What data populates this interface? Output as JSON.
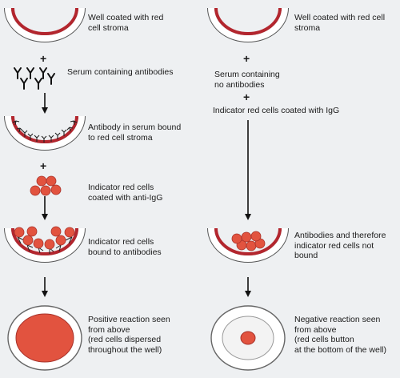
{
  "left": {
    "step1_label": "Well coated with red\ncell stroma",
    "step2_label": "Serum containing antibodies",
    "step3_label": "Antibody in serum bound\nto red cell stroma",
    "step4_label": "Indicator red cells\ncoated with anti-IgG",
    "step5_label": "Indicator red cells\nbound to antibodies",
    "step6_label": "Positive reaction seen\nfrom above\n(red cells dispersed\nthroughout the well)"
  },
  "right": {
    "step1_label": "Well coated with red cell\nstroma",
    "step2_label": "Serum containing\n  no antibodies",
    "step3_label": "Indicator red cells coated with IgG",
    "step4_label": "Antibodies and therefore\nindicator red cells not\n  bound",
    "step5_label": "Negative reaction seen\nfrom above\n(red cells button\nat the bottom of the well)"
  },
  "symbols": {
    "plus": "+",
    "antibody": "Y"
  },
  "colors": {
    "background": "#eef0f2",
    "stroma": "#b3262e",
    "red_cell": "#e2533f",
    "red_cell_edge": "#a8322a",
    "well_outline": "#555555",
    "arrow": "#111111"
  }
}
